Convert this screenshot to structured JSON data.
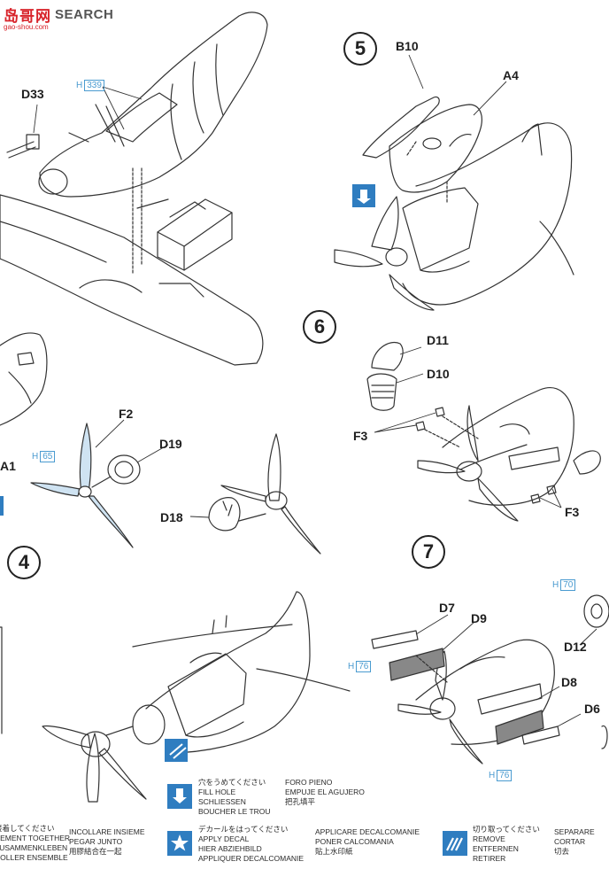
{
  "watermark": {
    "logo": "岛哥网",
    "search": "SEARCH",
    "url": "gao-shou.com"
  },
  "steps": {
    "step4": "4",
    "step5": "5",
    "step6": "6",
    "step7": "7"
  },
  "parts": {
    "d33": "D33",
    "b10": "B10",
    "a4": "A4",
    "d11": "D11",
    "d10": "D10",
    "f3_left": "F3",
    "f3_right": "F3",
    "f2": "F2",
    "d19": "D19",
    "d18": "D18",
    "a1": "A1",
    "d7": "D7",
    "d9": "D9",
    "d8": "D8",
    "d6": "D6",
    "d12": "D12"
  },
  "color_refs": {
    "h339": {
      "prefix": "H",
      "code": "339"
    },
    "h65": {
      "prefix": "H",
      "code": "65"
    },
    "h70": {
      "prefix": "H",
      "code": "70"
    },
    "h76a": {
      "prefix": "H",
      "code": "76"
    },
    "h76b": {
      "prefix": "H",
      "code": "76"
    }
  },
  "legend": {
    "fill_hole": {
      "jp": "穴をうめてください",
      "en": "FILL HOLE",
      "de": "SCHLIESSEN",
      "fr": "BOUCHER LE TROU",
      "it": "FORO PIENO",
      "es": "EMPUJE EL AGUJERO",
      "cn": "把孔填平"
    },
    "cement": {
      "jp": "接着してください",
      "en": "CEMENT TOGETHER",
      "de": "ZUSAMMENKLEBEN",
      "fr": "COLLER ENSEMBLE",
      "it": "INCOLLARE INSIEME",
      "es": "PEGAR JUNTO",
      "cn": "用膠結合在一起"
    },
    "decal": {
      "jp": "デカールをはってください",
      "en": "APPLY DECAL",
      "de": "HIER ABZIEHBILD",
      "fr": "APPLIQUER DECALCOMANIE",
      "it": "APPLICARE DECALCOMANIE",
      "es": "PONER CALCOMANIA",
      "cn": "貼上水印紙"
    },
    "remove": {
      "jp": "切り取ってください",
      "en": "REMOVE",
      "de": "ENTFERNEN",
      "fr": "RETIRER",
      "it": "SEPARARE",
      "es": "CORTAR",
      "cn": "切去"
    }
  },
  "colors": {
    "ink": "#222222",
    "accent_blue": "#2f7dc0",
    "ref_blue": "#4a9bd0",
    "watermark_red": "#d8232a"
  }
}
